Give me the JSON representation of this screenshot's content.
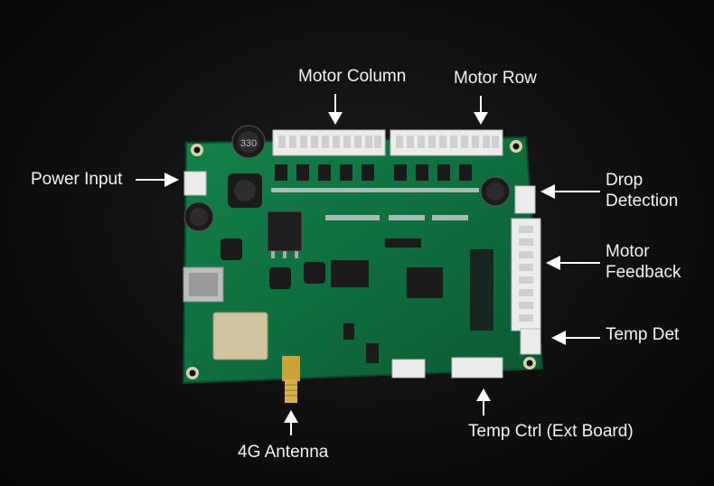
{
  "colors": {
    "background": "#0d0d0d",
    "pcb": "#0f6b3e",
    "label_text": "#f2f2f2",
    "connector": "#e9e9e9"
  },
  "labels": {
    "motor_column": "Motor Column",
    "motor_row": "Motor Row",
    "power_input": "Power Input",
    "drop_detection_line1": "Drop",
    "drop_detection_line2": "Detection",
    "motor_feedback_line1": "Motor",
    "motor_feedback_line2": "Feedback",
    "temp_det": "Temp Det",
    "antenna": "4G Antenna",
    "temp_ctrl": "Temp Ctrl (Ext Board)"
  },
  "capacitor_marking": "330"
}
